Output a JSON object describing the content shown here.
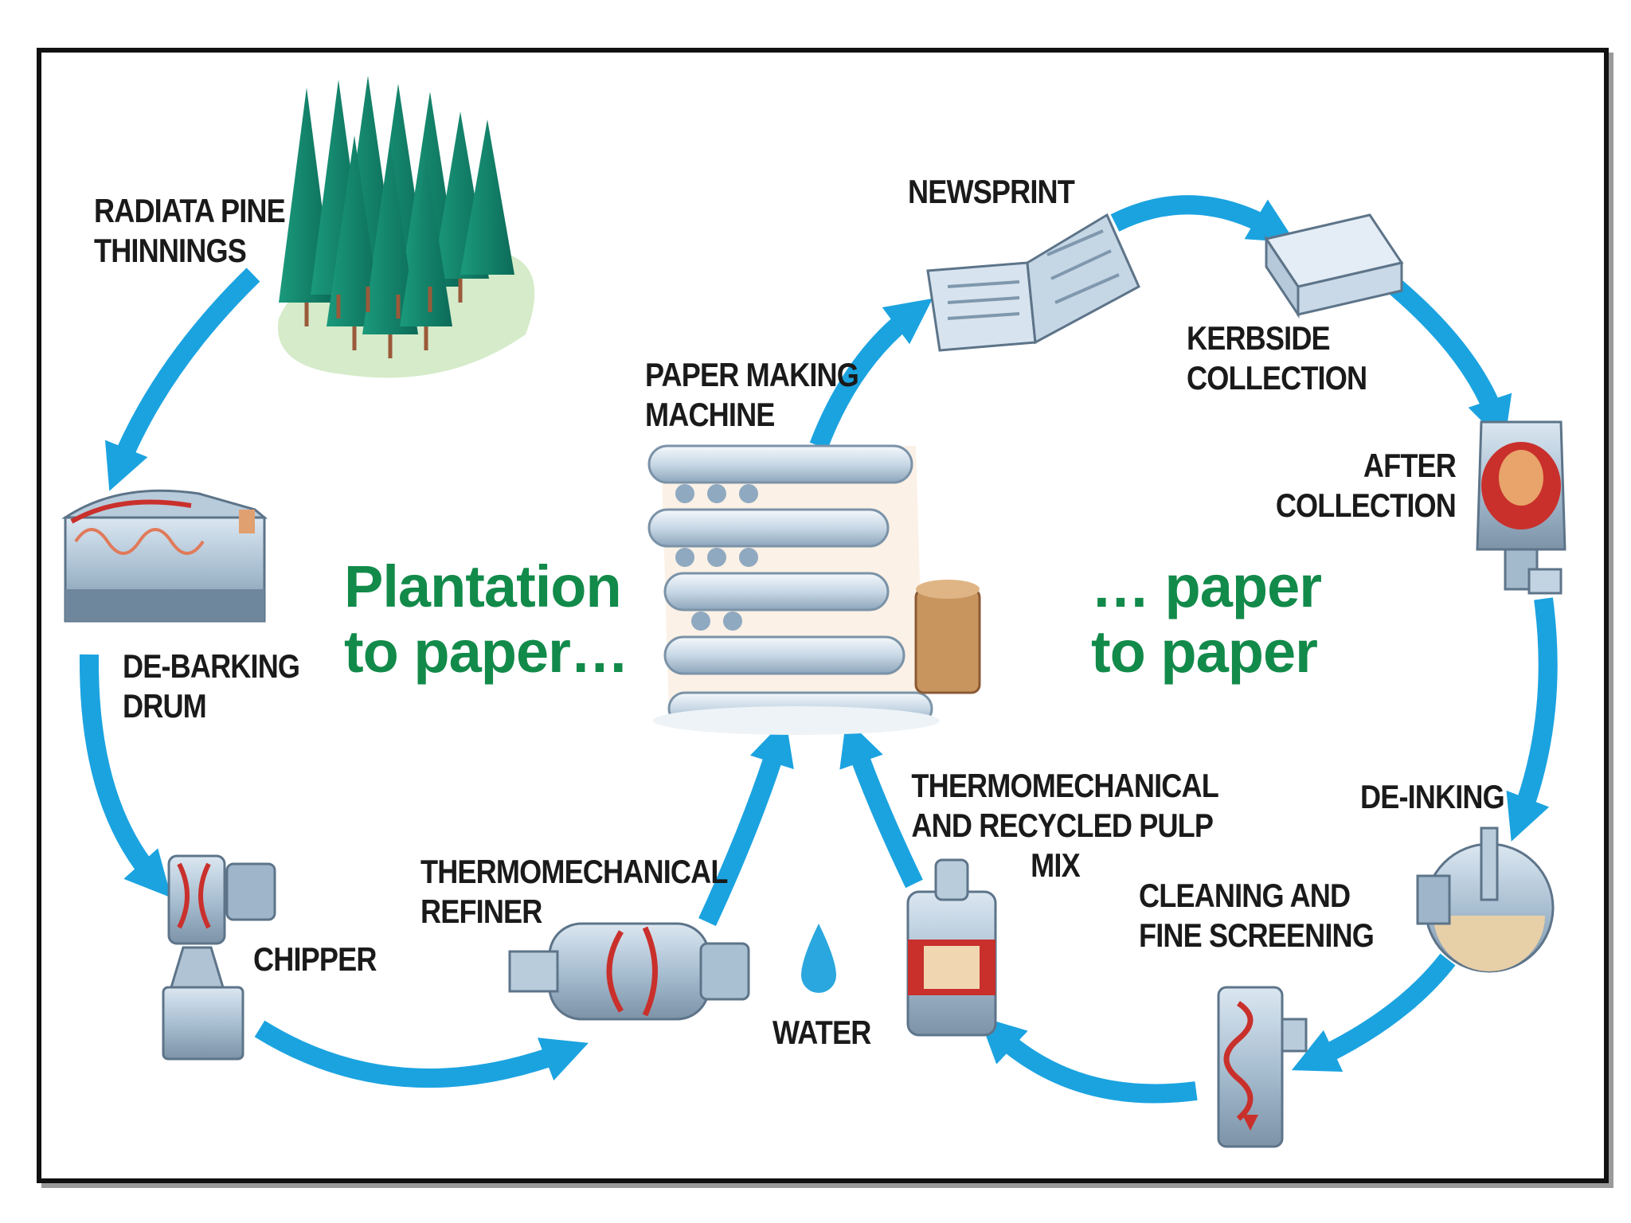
{
  "labels": {
    "pine": [
      "RADIATA PINE",
      "THINNINGS"
    ],
    "debarking": [
      "DE-BARKING",
      "DRUM"
    ],
    "chipper": [
      "CHIPPER"
    ],
    "refiner": [
      "THERMOMECHANICAL",
      "REFINER"
    ],
    "water": [
      "WATER"
    ],
    "paper_machine": [
      "PAPER MAKING",
      "MACHINE"
    ],
    "newsprint": [
      "NEWSPRINT"
    ],
    "kerbside": [
      "KERBSIDE",
      "COLLECTION"
    ],
    "after_collection": [
      "AFTER",
      "COLLECTION"
    ],
    "deinking": [
      "DE-INKING"
    ],
    "cleaning": [
      "CLEANING AND",
      "FINE SCREENING"
    ],
    "pulp_mix": [
      "THERMOMECHANICAL",
      "AND RECYCLED PULP",
      "MIX"
    ]
  },
  "slogans": {
    "left": [
      "Plantation",
      "to paper…"
    ],
    "right": [
      "… paper",
      "to paper"
    ]
  },
  "colors": {
    "arrow": "#1ba3e0",
    "slogan": "#128a4a",
    "frame": "#111111"
  }
}
